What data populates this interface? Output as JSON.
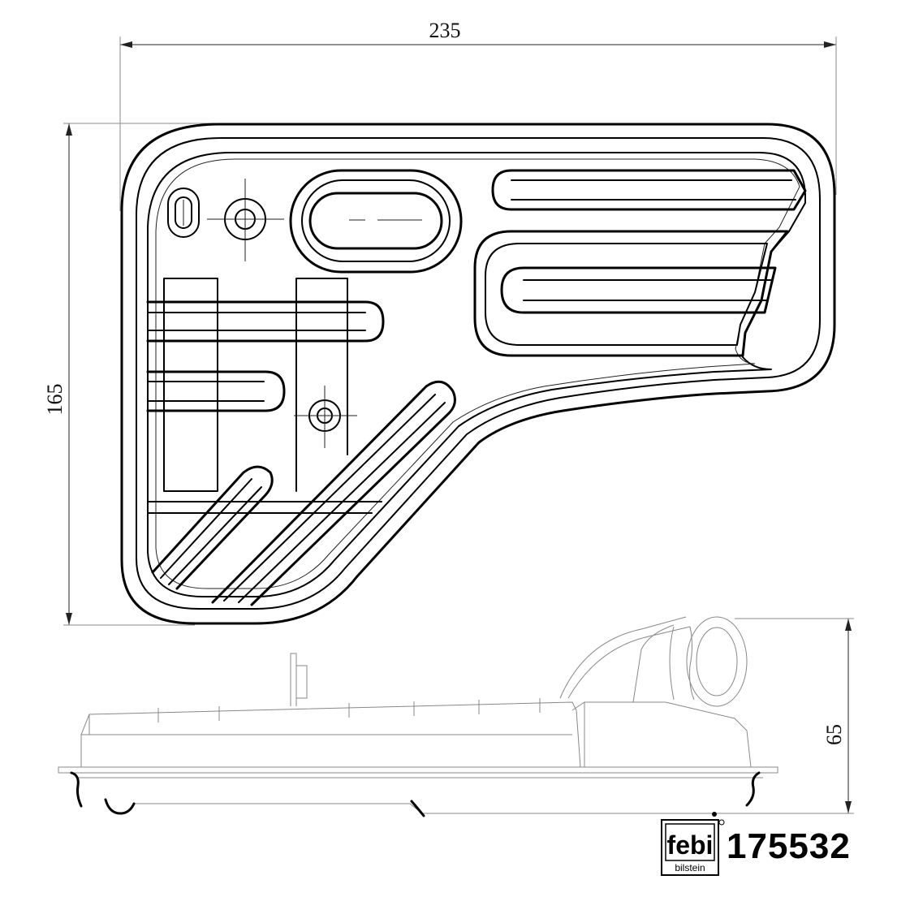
{
  "dimensions": {
    "width": "235",
    "height": "165",
    "depth": "65"
  },
  "brand": {
    "logo_text": "febi",
    "sub_text": "bilstein"
  },
  "part_number": "175532"
}
